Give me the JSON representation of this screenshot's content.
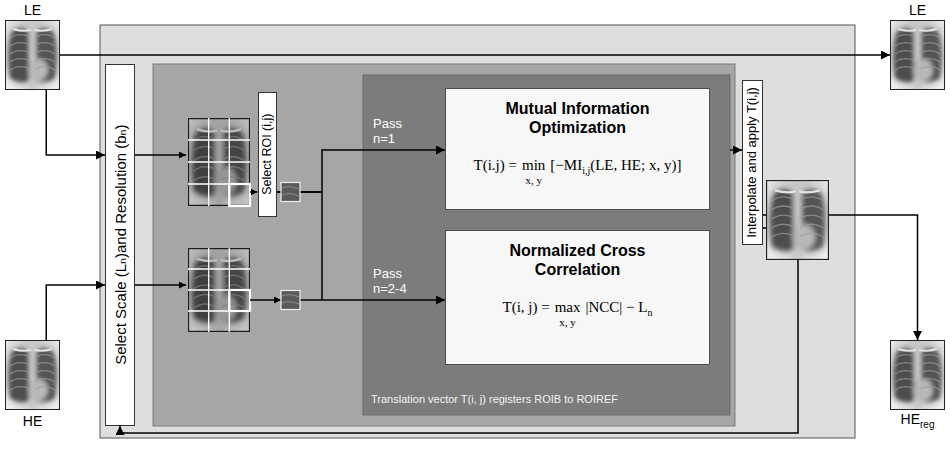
{
  "diagram": {
    "nodes": [
      {
        "text": [
          "LE"
        ]
      },
      {
        "text": [
          "HE"
        ]
      },
      {
        "text": [
          "Select Scale (Lₙ)and Resolution (bₙ)"
        ]
      },
      {
        "text": [
          "Select ROI (i,j)"
        ]
      },
      {
        "text": [
          "Translation vector T(i, j) registers ROIB to ROIREF"
        ]
      },
      {
        "text": [
          "Mutual Information Optimization",
          "T(i.j) =",
          "min",
          "x, y",
          "[−MI",
          "i,j",
          "(LE, HE; x, y)]"
        ],
        "in": 4
      },
      {
        "text": [
          "Normalized Cross Correlation",
          "T(i, j) =",
          "max",
          "x, y",
          "|NCC| − L",
          "n"
        ],
        "in": 4
      },
      {
        "text": [
          "Interpolate and apply T(i,j)"
        ]
      },
      {
        "text": [
          "LE"
        ]
      },
      {
        "text": [
          "HE",
          "reg"
        ]
      }
    ],
    "edges": [
      {
        "from": 0,
        "to": 2,
        "arrow": "to"
      },
      {
        "from": 1,
        "to": 2,
        "arrow": "to"
      },
      {
        "from": 0,
        "to": 8,
        "arrow": "to"
      },
      {
        "from": 3,
        "to": 5,
        "label": "Pass n=1",
        "arrow": "to"
      },
      {
        "from": 3,
        "to": 6,
        "label": "Pass n=2-4",
        "arrow": "to"
      },
      {
        "from": 4,
        "to": 7,
        "arrow": "to"
      },
      {
        "from": 7,
        "to": 9,
        "arrow": "to"
      },
      {
        "from": 7,
        "to": 2,
        "arrow": "to"
      }
    ]
  }
}
